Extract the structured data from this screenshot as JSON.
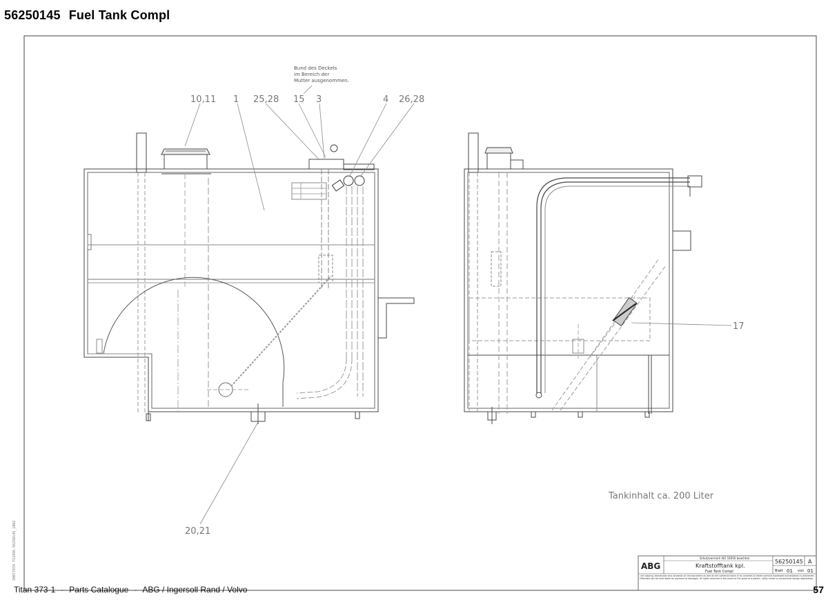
{
  "header": {
    "part_number": "56250145",
    "title": "Fuel Tank Compl"
  },
  "footer": {
    "model": "Titan 373-1",
    "catalogue": "Parts Catalogue",
    "maker": "ABG / Ingersoll Rand / Volvo",
    "separator": "-",
    "page": "57"
  },
  "side_code": "20077839.TI2496.56250145_1002",
  "drawing": {
    "note_lines": [
      "Bund des Deckels",
      "im Bereich der",
      "Mutter ausgenommen."
    ],
    "callouts": {
      "c1011": "10,11",
      "c1": "1",
      "c2528": "25,28",
      "c15": "15",
      "c3": "3",
      "c4": "4",
      "c2628": "26,28",
      "c17": "17",
      "c2021": "20,21"
    },
    "capacity_note": "Tankinhalt ca. 200 Liter"
  },
  "title_block": {
    "logo": "ABG",
    "protection_note": "Schutzvermerk ISO 16016 beachten",
    "name_de": "Kraftstofftank kpl.",
    "name_en": "Fuel Tank Compl",
    "drawing_no": "56250145",
    "revision": "A",
    "sheet_label": "Blatt",
    "sheet": "01",
    "of_label": "von",
    "sheets": "01",
    "legal": "The copying, distribution and utilization of this document as well as the communication of its contents to others without expressed authorization is prohibited. Offenders will be held liable for payment of damages. All rights reserved in the event of the grant of a patent, utility model or ornamental design registration."
  }
}
